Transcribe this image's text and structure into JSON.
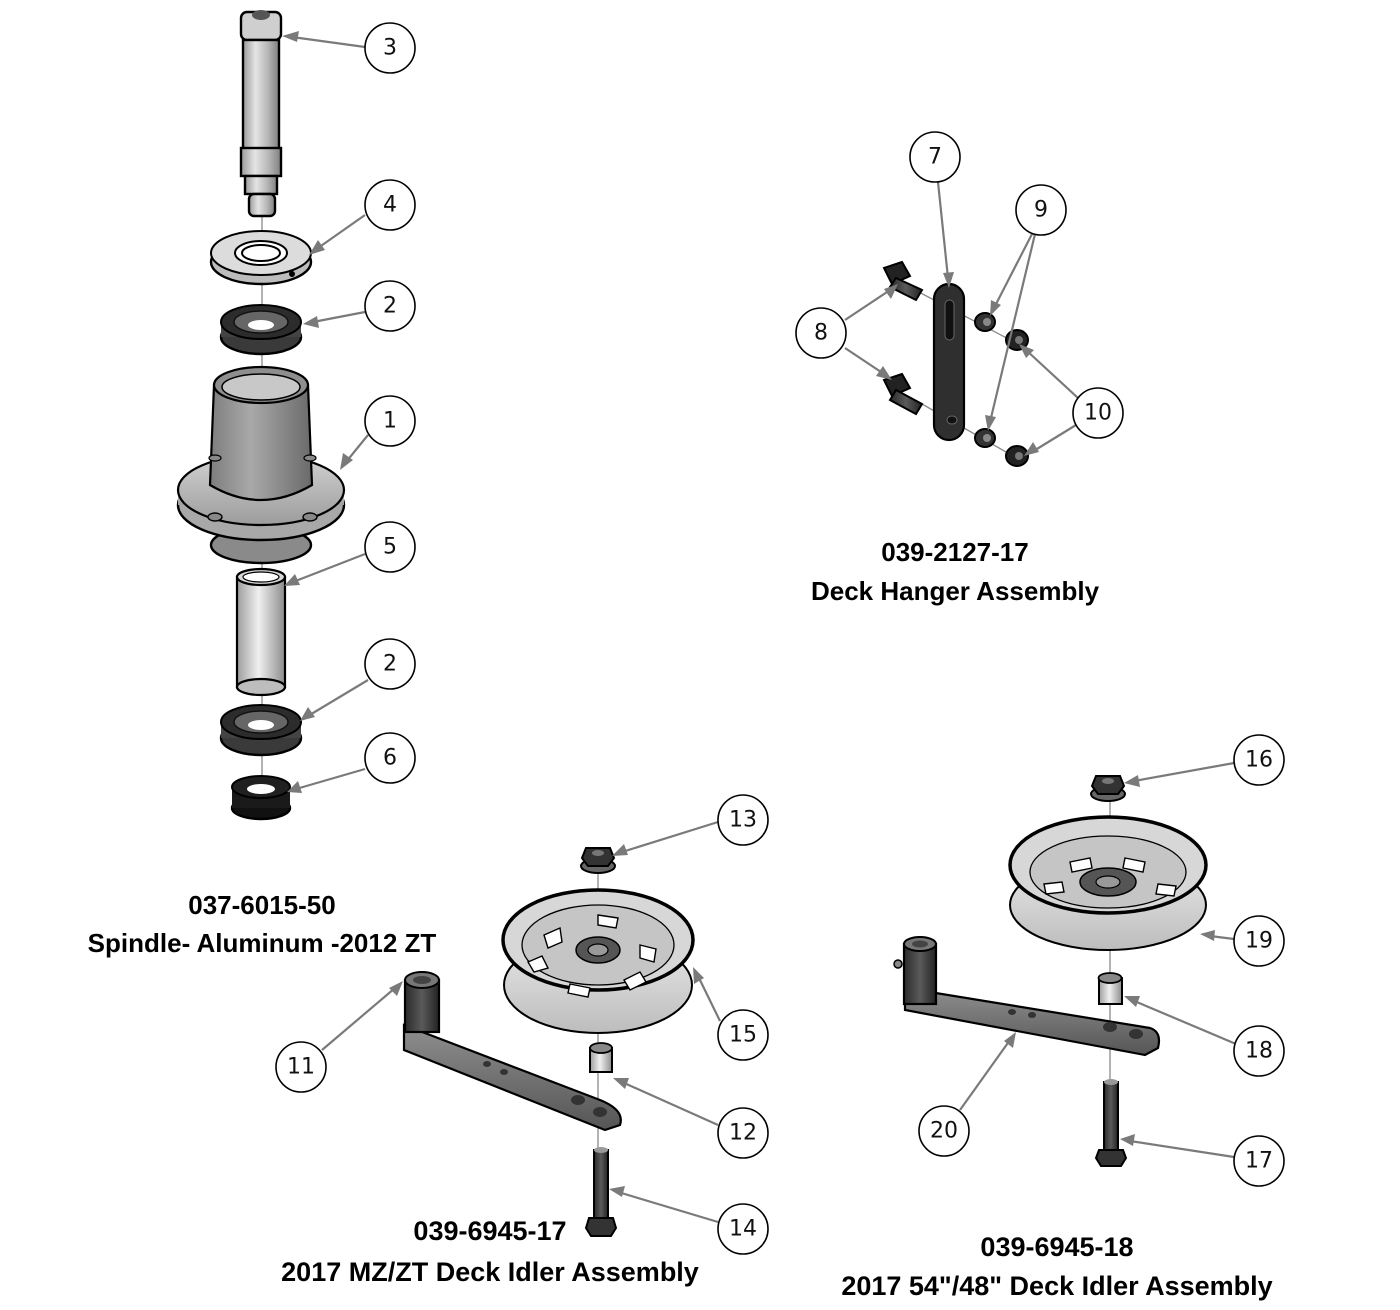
{
  "assemblies": {
    "spindle": {
      "part_number": "037-6015-50",
      "name": "Spindle- Aluminum -2012 ZT",
      "callouts": [
        "3",
        "4",
        "2",
        "1",
        "5",
        "2",
        "6"
      ]
    },
    "deck_hanger": {
      "part_number": "039-2127-17",
      "name": "Deck Hanger Assembly",
      "callouts": [
        "7",
        "9",
        "8",
        "10"
      ]
    },
    "idler_mz_zt": {
      "part_number": "039-6945-17",
      "name": "2017 MZ/ZT Deck Idler Assembly",
      "callouts": [
        "13",
        "15",
        "11",
        "12",
        "14"
      ]
    },
    "idler_54_48": {
      "part_number": "039-6945-18",
      "name": "2017 54\"/48\" Deck Idler Assembly",
      "callouts": [
        "16",
        "19",
        "18",
        "20",
        "17"
      ]
    }
  },
  "colors": {
    "leader": "#7a7a7a",
    "part_light": "#d8d8d8",
    "part_mid": "#a8a8a8",
    "part_dark": "#3a3a3a",
    "background": "#ffffff"
  }
}
